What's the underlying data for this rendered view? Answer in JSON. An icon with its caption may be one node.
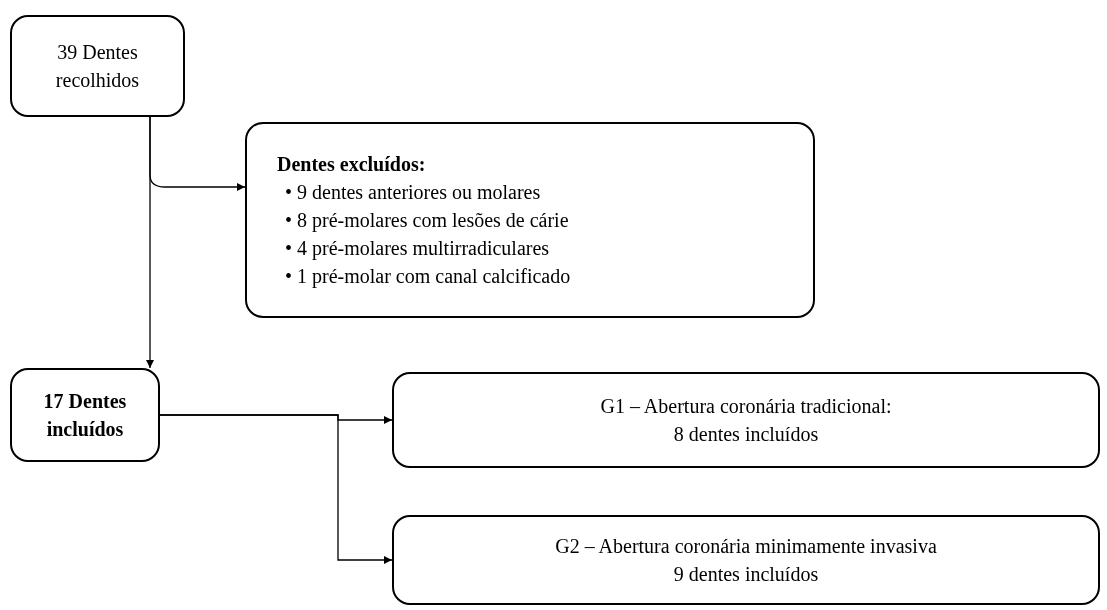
{
  "diagram": {
    "nodes": [
      {
        "text": [
          "39 Dentes recolhidos"
        ]
      },
      {
        "text": [
          "Dentes excluídos:",
          "• 9 dentes anteriores ou molares",
          "• 8 pré-molares com lesões de cárie",
          "• 4 pré-molares multirradiculares",
          "• 1 pré-molar com canal calcificado"
        ]
      },
      {
        "text": [
          "17 Dentes incluídos"
        ]
      },
      {
        "text": [
          "G1 – Abertura coronária tradicional:",
          "8 dentes incluídos"
        ]
      },
      {
        "text": [
          "G2 – Abertura coronária minimamente invasiva",
          "9 dentes incluídos"
        ]
      }
    ],
    "edges": [
      {
        "from": 0,
        "to": 2,
        "arrow": "to"
      },
      {
        "from": 0,
        "to": 1,
        "arrow": "to"
      },
      {
        "from": 2,
        "to": 3,
        "arrow": "to"
      },
      {
        "from": 2,
        "to": 4,
        "arrow": "to"
      }
    ]
  }
}
